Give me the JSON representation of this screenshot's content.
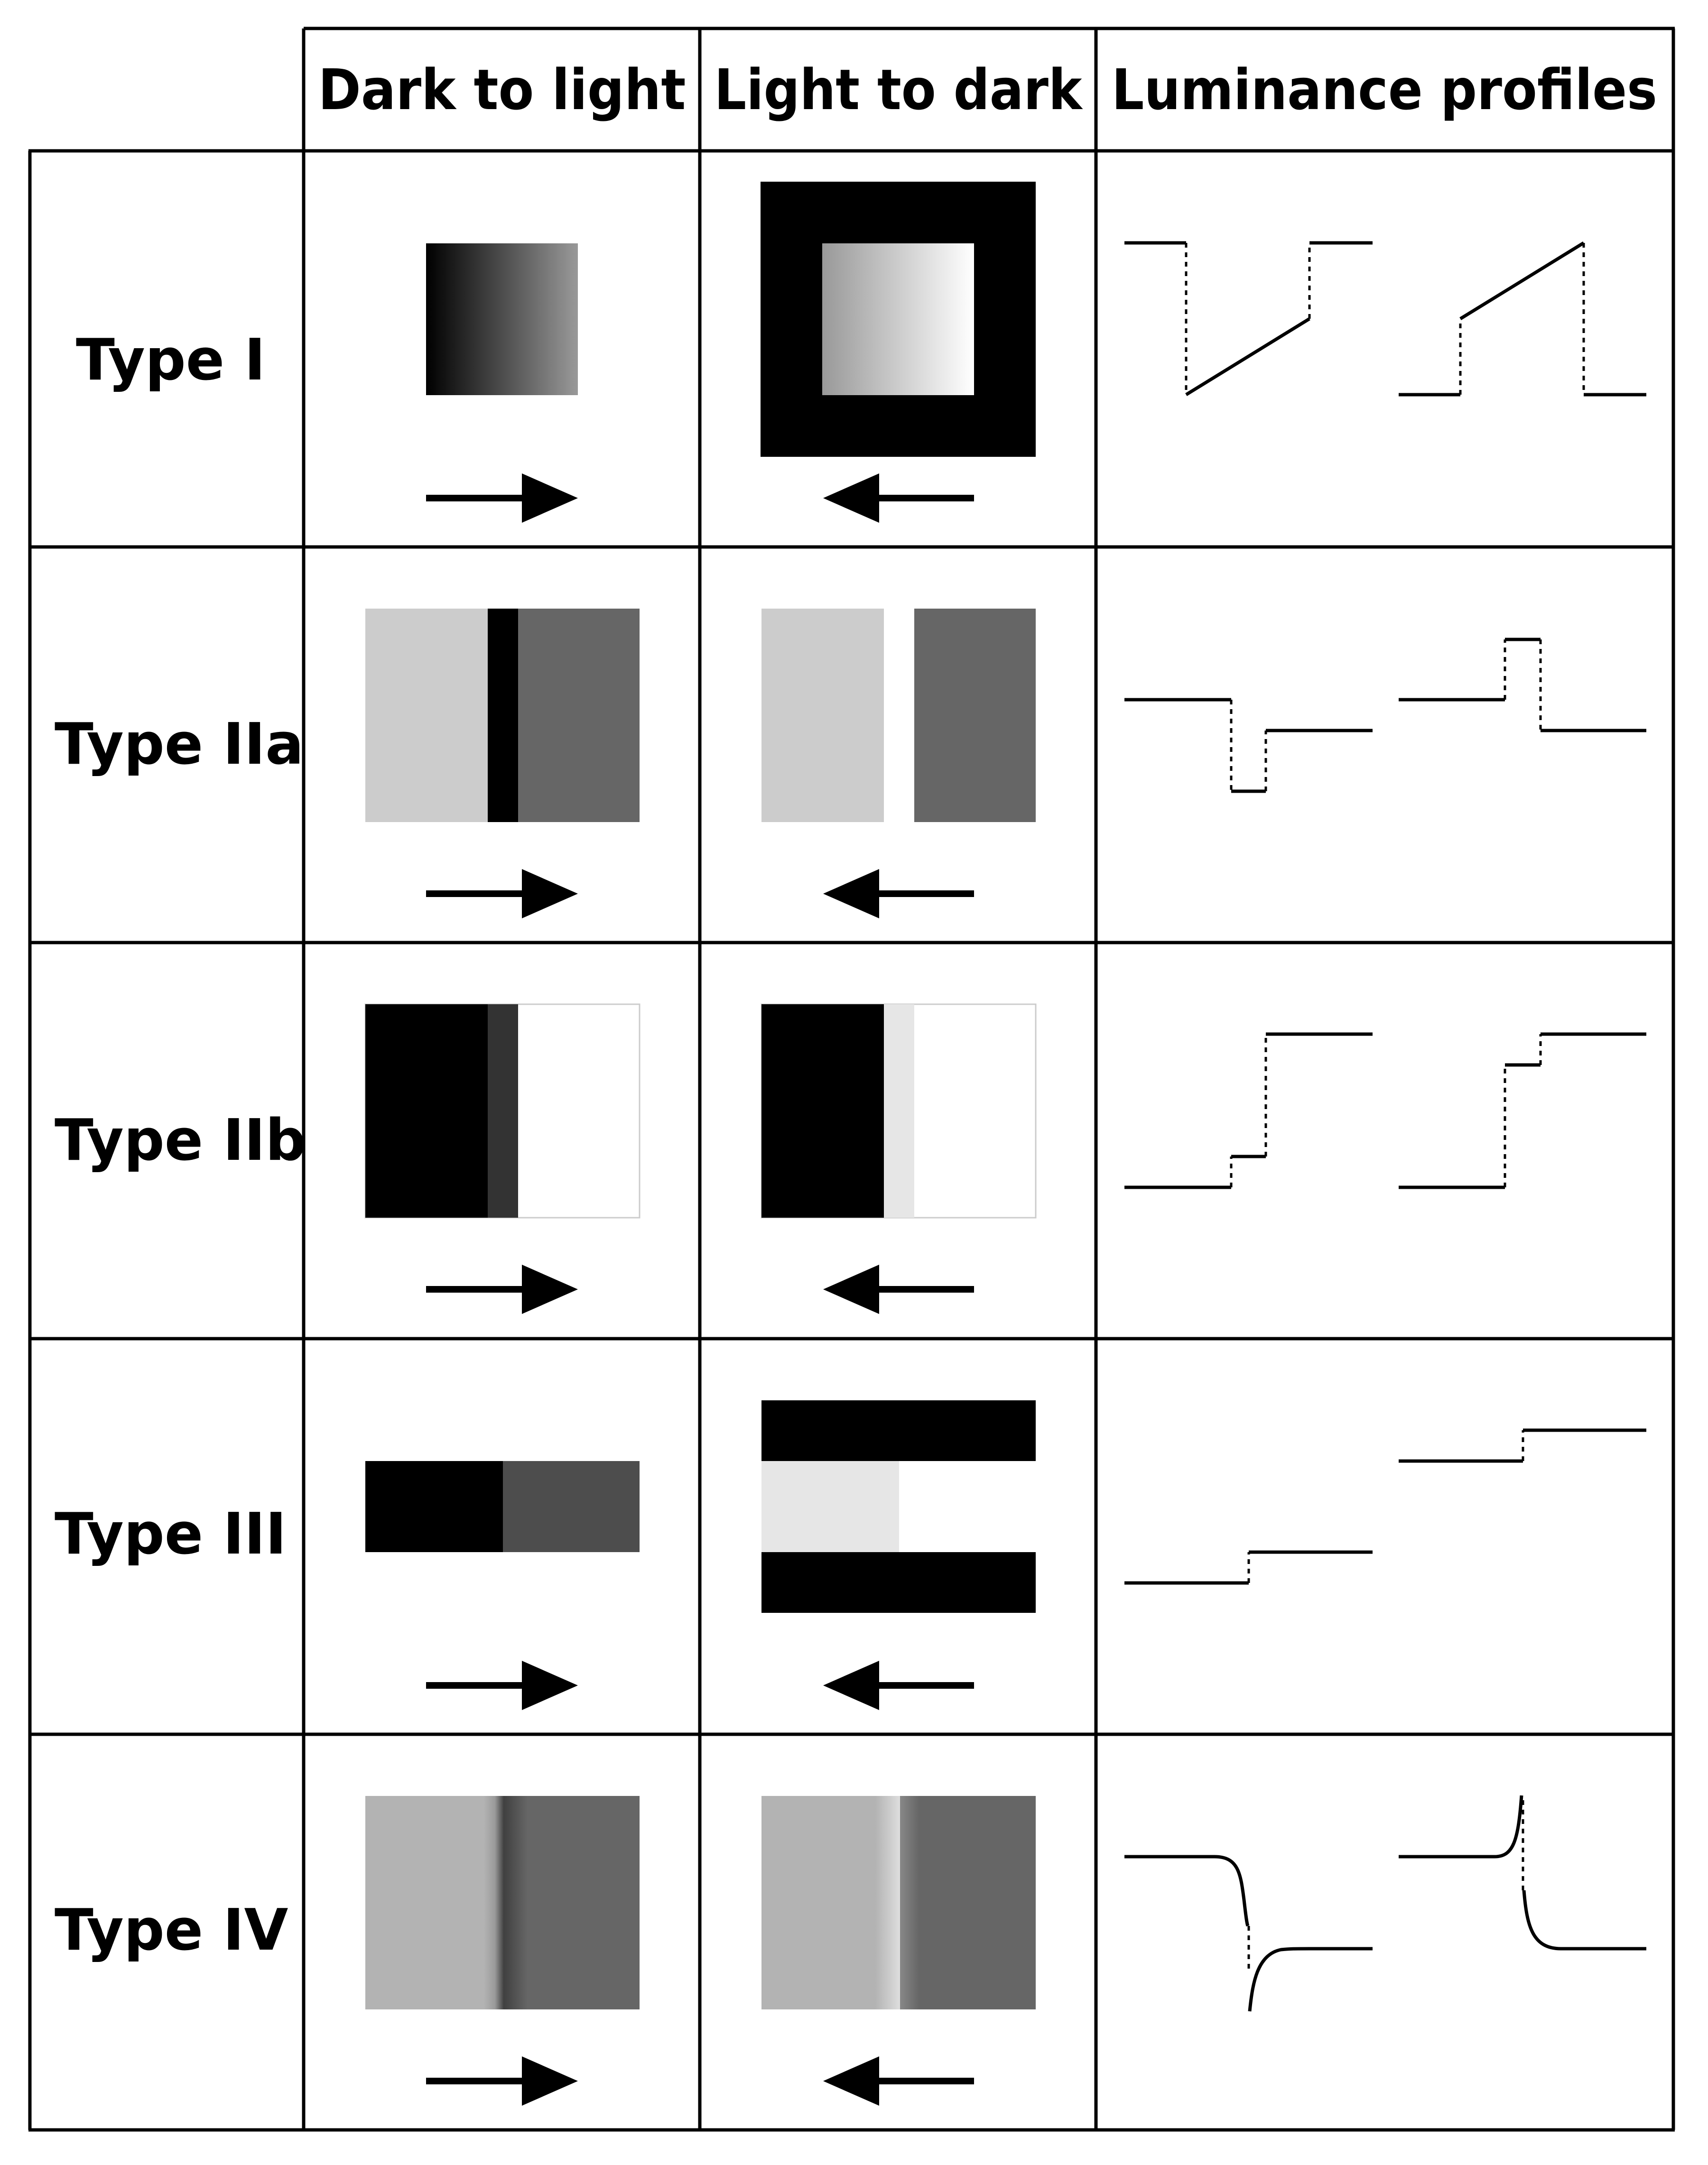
{
  "headers": {
    "col_dark_to_light": "Dark to light",
    "col_light_to_dark": "Light to dark",
    "col_luminance": "Luminance profiles"
  },
  "rows": [
    {
      "label": "Type I"
    },
    {
      "label": "Type IIa"
    },
    {
      "label": "Type IIb"
    },
    {
      "label": "Type III"
    },
    {
      "label": "Type IV"
    }
  ],
  "arrows": {
    "dark_to_light": "right",
    "light_to_dark": "left"
  },
  "colors": {
    "black": "#000000",
    "white": "#ffffff",
    "light_gray": "#cccccc",
    "mid_gray": "#666666",
    "dark_gray": "#333333",
    "very_light_gray": "#e6e6e6",
    "type3_gray": "#4d4d4d",
    "type4_light": "#b3b3b3",
    "type4_dark": "#666666"
  }
}
